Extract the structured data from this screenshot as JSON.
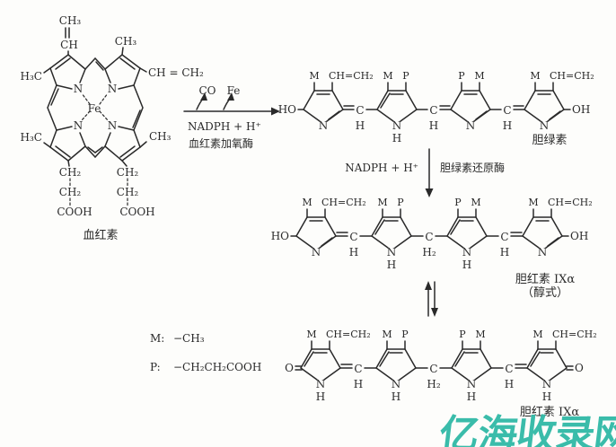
{
  "colors": {
    "ink": "#2a2a2a",
    "paper": "#fdfdfb",
    "watermark": "#30b9a6"
  },
  "watermark": {
    "text": "亿海收录网"
  },
  "heme": {
    "caption": "血红素",
    "fe": "Fe",
    "n": "N",
    "vinyl_top_ch3": "CH₃",
    "vinyl_top_ch": "CH",
    "methyl_top_right": "CH₃",
    "vinyl_right": "CH = CH₂",
    "methyl_left_top": "H₃C",
    "methyl_left_bottom": "H₃C",
    "methyl_right_bottom": "CH₃",
    "ch2": "CH₂",
    "cooh": "COOH"
  },
  "step1": {
    "byproduct1": "CO",
    "byproduct2": "Fe",
    "cofactor": "NADPH + H⁺",
    "enzyme": "血红素加氧酶"
  },
  "step2": {
    "cofactor": "NADPH + H⁺",
    "enzyme": "胆绿素还原酶"
  },
  "atoms": {
    "c": "C",
    "n": "N",
    "h": "H"
  },
  "tetrapyrroles": [
    {
      "name": "biliverdin",
      "caption": "胆绿素",
      "caption2": "",
      "left_end": "HO",
      "right_end": "OH",
      "left_double": false,
      "right_double": false,
      "rings": [
        {
          "sub_left": "M",
          "sub_right": "CH=CH₂",
          "nh": false
        },
        {
          "sub_left": "M",
          "sub_right": "P",
          "nh": true
        },
        {
          "sub_left": "P",
          "sub_right": "M",
          "nh": false
        },
        {
          "sub_left": "M",
          "sub_right": "CH=CH₂",
          "nh": false
        }
      ],
      "bridges": [
        {
          "c": "C",
          "h": "H",
          "dbl": "left"
        },
        {
          "c": "C",
          "h": "H",
          "dbl": "right"
        },
        {
          "c": "C",
          "h": "H",
          "dbl": "right"
        }
      ]
    },
    {
      "name": "bilirubin-enol",
      "caption": "胆红素 IXα",
      "caption2": "（醇式）",
      "left_end": "HO",
      "right_end": "OH",
      "left_double": false,
      "right_double": false,
      "rings": [
        {
          "sub_left": "M",
          "sub_right": "CH=CH₂",
          "nh": false
        },
        {
          "sub_left": "M",
          "sub_right": "P",
          "nh": true
        },
        {
          "sub_left": "P",
          "sub_right": "M",
          "nh": true
        },
        {
          "sub_left": "M",
          "sub_right": "CH=CH₂",
          "nh": false
        }
      ],
      "bridges": [
        {
          "c": "C",
          "h": "H",
          "dbl": "left"
        },
        {
          "c": "C",
          "h": "H₂",
          "dbl": "none"
        },
        {
          "c": "C",
          "h": "H",
          "dbl": "right"
        }
      ]
    },
    {
      "name": "bilirubin-keto",
      "caption": "胆红素 IXα",
      "caption2": "",
      "left_end": "O",
      "right_end": "O",
      "left_double": true,
      "right_double": true,
      "rings": [
        {
          "sub_left": "M",
          "sub_right": "CH=CH₂",
          "nh": true
        },
        {
          "sub_left": "M",
          "sub_right": "P",
          "nh": true
        },
        {
          "sub_left": "P",
          "sub_right": "M",
          "nh": true
        },
        {
          "sub_left": "M",
          "sub_right": "CH=CH₂",
          "nh": true
        }
      ],
      "bridges": [
        {
          "c": "C",
          "h": "H",
          "dbl": "left"
        },
        {
          "c": "C",
          "h": "H₂",
          "dbl": "none"
        },
        {
          "c": "C",
          "h": "H",
          "dbl": "right"
        }
      ]
    }
  ],
  "legend": {
    "m_key": "M:",
    "m_value": "−CH₃",
    "p_key": "P:",
    "p_value": "−CH₂CH₂COOH"
  }
}
